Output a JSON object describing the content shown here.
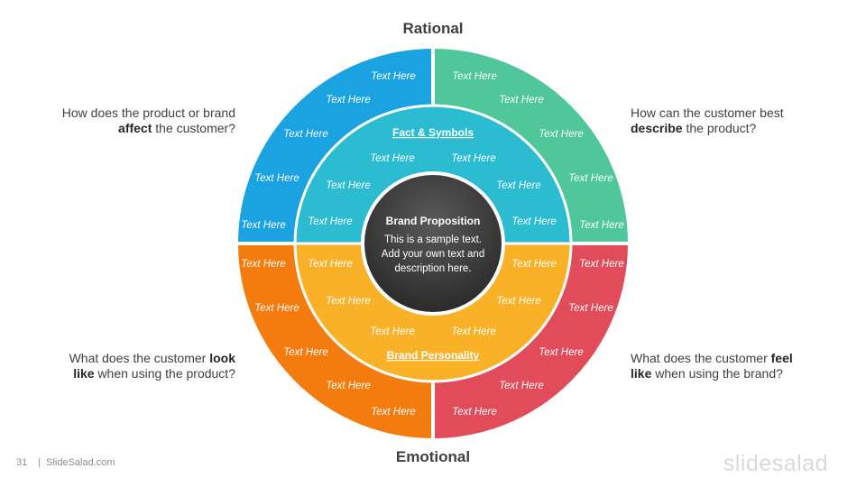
{
  "top_label": "Rational",
  "bottom_label": "Emotional",
  "questions": {
    "top_left": {
      "line1": "How does the product or brand",
      "bold": "affect",
      "rest": " the customer?"
    },
    "top_right": {
      "line1": "How can the customer  best",
      "bold": "describe",
      "rest": " the product?"
    },
    "bottom_left": {
      "pre": "What does the customer ",
      "bold1": "look",
      "bold2": "like",
      "rest": " when using the product?"
    },
    "bottom_right": {
      "pre": "What does the customer ",
      "bold1": "feel",
      "bold2": "like",
      "rest": " when using the brand?"
    }
  },
  "inner_ring": {
    "top_title": "Fact & Symbols",
    "bottom_title": "Brand Personality"
  },
  "center": {
    "title": "Brand Proposition",
    "lines": [
      "This is a sample text.",
      "Add your own text and",
      "description here."
    ]
  },
  "placeholder": "Text Here",
  "colors": {
    "outer_top_left": "#1aa3e0",
    "outer_top_right": "#4fc79a",
    "outer_bottom_left": "#f47c0e",
    "outer_bottom_right": "#e24b5a",
    "inner_top": "#2bbcd1",
    "inner_bottom": "#f9b228",
    "center": "#3a3a3a"
  },
  "footer": {
    "page_number": "31",
    "site": "SlideSalad.com"
  },
  "logo": "slidesalad"
}
